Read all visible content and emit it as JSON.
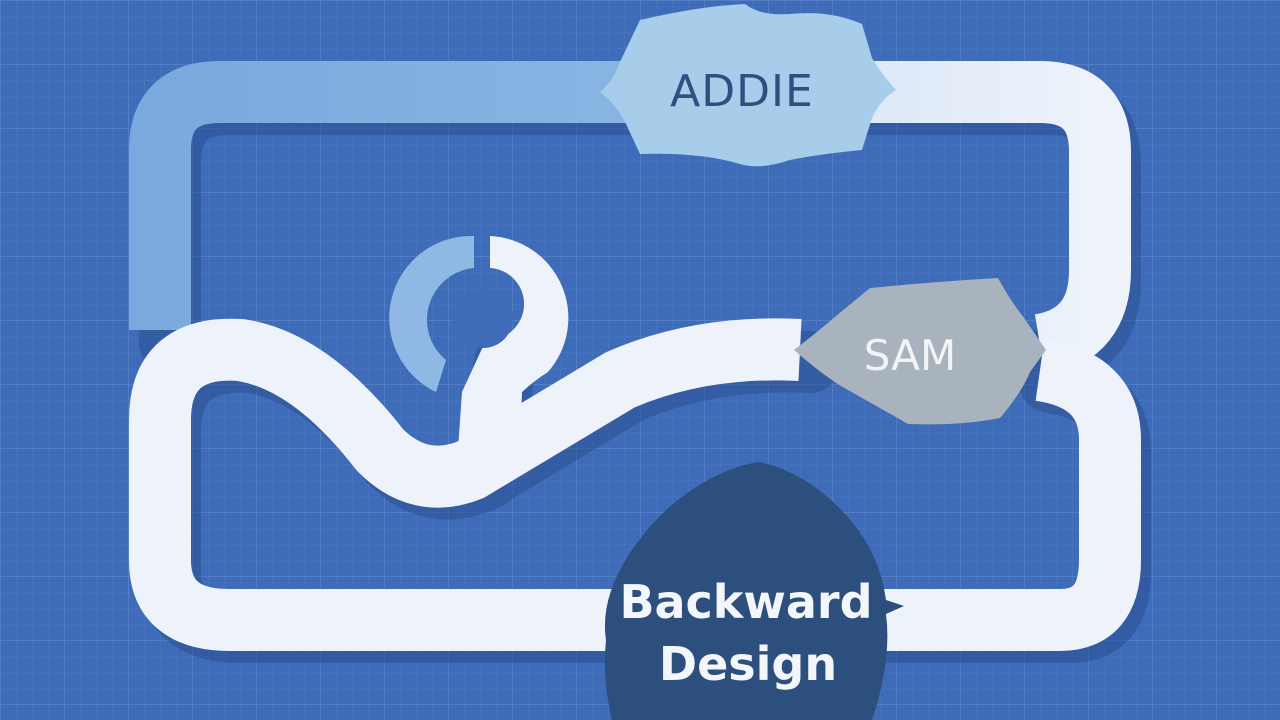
{
  "colors": {
    "background": "#3f6cb9",
    "grid_major": "#5a84cb",
    "grid_minor": "#4b77c1",
    "shadow": "#2a4f91",
    "path_light_blue": "#7eaedf",
    "path_white": "#eef3fb",
    "hook_light": "#8fb8e4",
    "addie_badge": "#a7cdeb",
    "addie_text": "#2e4f7f",
    "sam_badge": "#a9b3bd",
    "sam_text": "#f2f4f6",
    "backward_badge": "#2c4f7d",
    "backward_text": "#f3f6fa"
  },
  "nodes": {
    "addie": {
      "label": "ADDIE"
    },
    "sam": {
      "label": "SAM"
    },
    "backward_design": {
      "line1": "Backward",
      "line2": "Design"
    }
  }
}
